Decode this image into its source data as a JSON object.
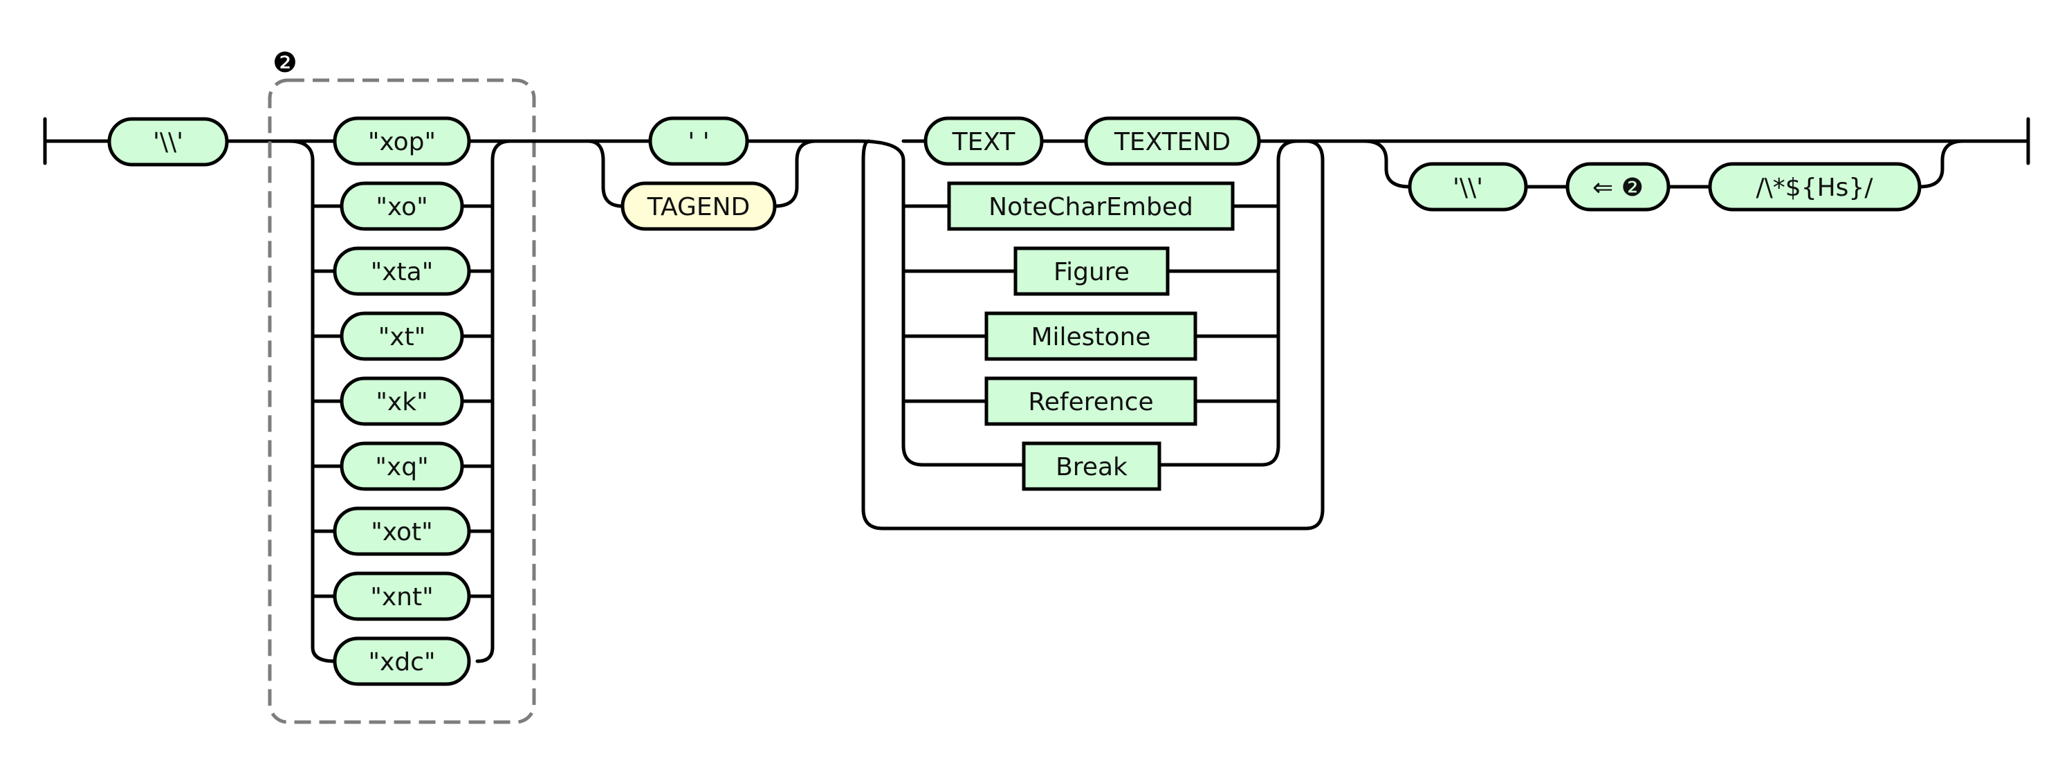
{
  "group_marker": "❷",
  "prefix": {
    "label": "'\\\\'"
  },
  "choice_group": [
    "\"xop\"",
    "\"xo\"",
    "\"xta\"",
    "\"xt\"",
    "\"xk\"",
    "\"xq\"",
    "\"xot\"",
    "\"xnt\"",
    "\"xdc\""
  ],
  "separator": {
    "space": "' '",
    "tagend": "TAGEND"
  },
  "content": {
    "text": "TEXT",
    "textend": "TEXTEND",
    "alternatives": [
      "NoteCharEmbed",
      "Figure",
      "Milestone",
      "Reference",
      "Break"
    ]
  },
  "closing": {
    "backslash": "'\\\\'",
    "backref": "⇐ ❷",
    "regex": "/\\*${Hs}/"
  },
  "colors": {
    "terminal_fill": "#d0fcd7",
    "highlight_fill": "#fffdd6",
    "group_border": "#7d7d7d",
    "line": "#000000"
  }
}
